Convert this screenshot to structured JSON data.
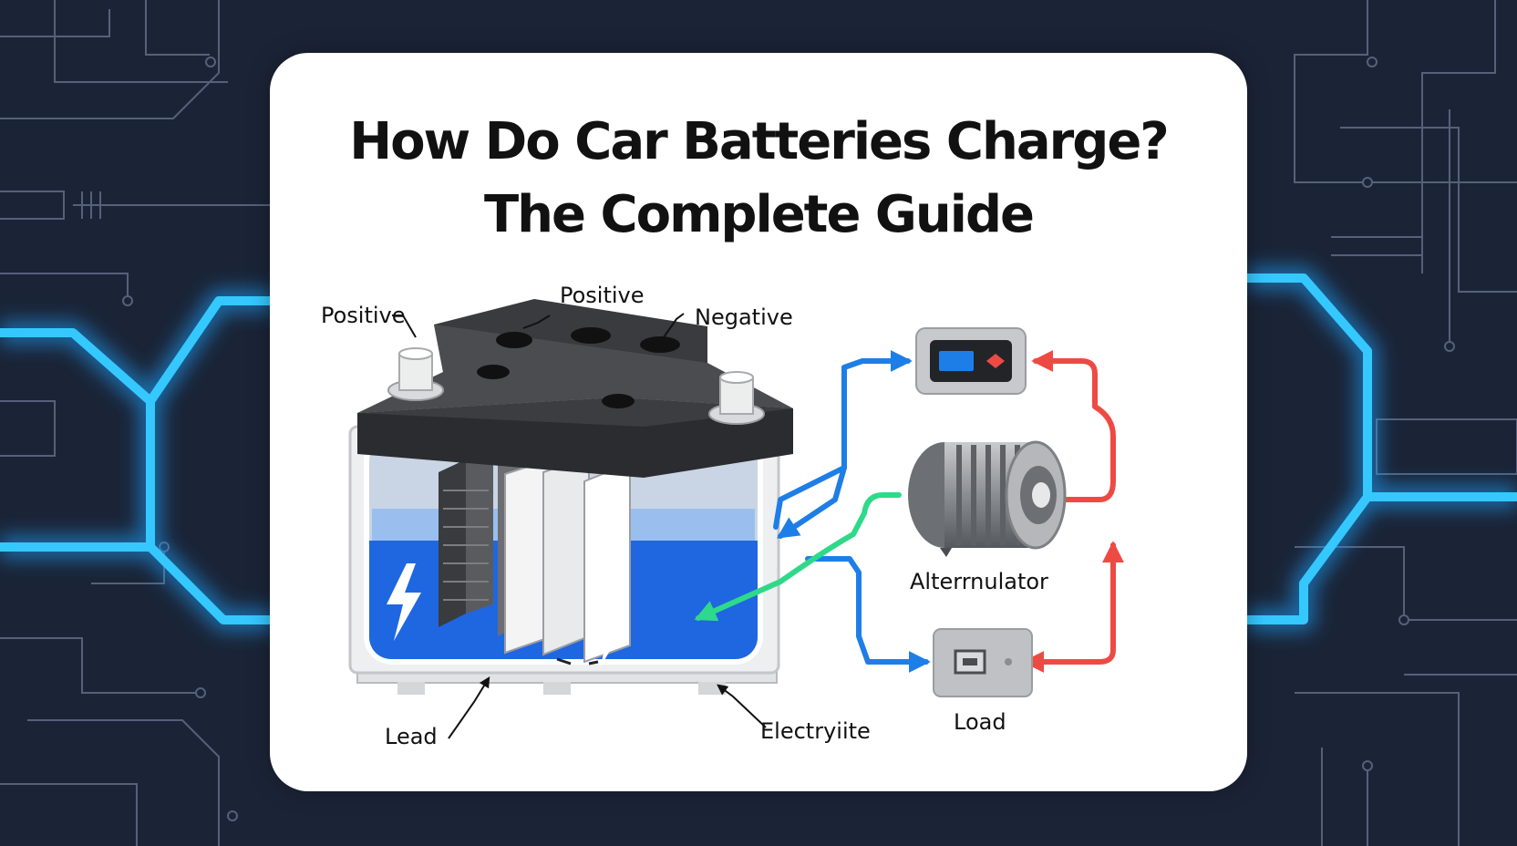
{
  "title": {
    "line1": "How Do Car Batteries Charge?",
    "line2": "The Complete Guide"
  },
  "labels": {
    "positive_left": "Positive",
    "positive_top": "Positive",
    "negative": "Negative",
    "alternator": "Alterrnulator",
    "load": "Load",
    "lead": "Lead",
    "electrolyte": "Electryiite"
  },
  "icons": [
    "lightning-bolt-icon",
    "gauge-meter-icon",
    "alternator-icon",
    "load-device-icon"
  ],
  "colors": {
    "background": "#1b2437",
    "glow": "#22b8ff",
    "wire_blue": "#1e7ee8",
    "wire_red": "#ee4a44",
    "wire_green": "#2fd98a",
    "electrolyte": "#1f67e0",
    "battery_lid": "#2b2c2f"
  }
}
